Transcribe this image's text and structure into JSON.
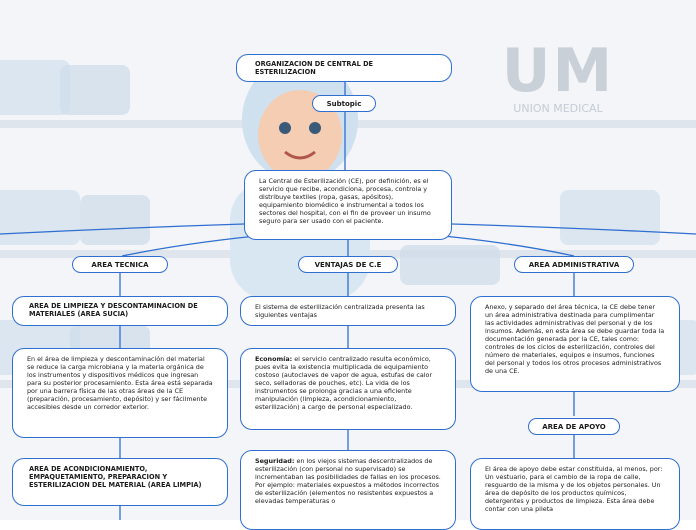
{
  "root": {
    "title": "ORGANIZACION DE CENTRAL DE ESTERILIZACION"
  },
  "subtopic": {
    "label": "Subtopic"
  },
  "definition": {
    "text": "La Central de Esterilización (CE), por definición, es el servicio que recibe, acondiciona, procesa, controla y distribuye textiles (ropa, gasas, apósitos), equipamiento biomédico e instrumental a todos los sectores del hospital, con el fin de proveer un insumo seguro para ser usado con el paciente."
  },
  "branches": {
    "tecnica": {
      "label": "AREA TECNICA"
    },
    "ventajas": {
      "label": "VENTAJAS DE C.E"
    },
    "administrativa": {
      "label": "AREA ADMINISTRATIVA"
    },
    "apoyo": {
      "label": "AREA DE APOYO"
    }
  },
  "tecnica": {
    "sucia_title": "AREA DE LIMPIEZA Y DESCONTAMINACION DE MATERIALES (AREA SUCIA)",
    "sucia_text": "En el área de limpieza y descontaminación del material se reduce la carga microbiana y la materia orgánica de los instrumentos y dispositivos médicos que ingresan para su posterior procesamiento. Esta área está separada por una barrera física de las otras áreas de la CE (preparación, procesamiento, depósito) y ser fácilmente accesibles desde un corredor exterior.",
    "limpia_title": "AREA DE ACONDICIONAMIENTO, EMPAQUETAMIENTO, PREPARACION Y ESTERILIZACION DEL MATERIAL (AREA LIMPIA)"
  },
  "ventajas": {
    "intro": "El sistema de esterilización centralizada presenta las siguientes ventajas",
    "economia_label": "Economía:",
    "economia_text": " el servicio centralizado resulta económico, pues evita la existencia multiplicada de equipamiento costoso (autoclaves de vapor de agua, estufas de calor seco, selladoras de pouches, etc).  La vida de los instrumentos se prolonga gracias a una eficiente manipulación (limpieza, acondicionamiento, esterilización) a cargo de personal especializado.",
    "seguridad_label": "Seguridad:",
    "seguridad_text": " en los viejos sistemas descentralizados de esterilización (con personal no supervisado) se incrementaban las posibilidades de fallas en los procesos. Por ejemplo: materiales expuestos a métodos incorrectos de esterilización (elementos no resistentes expuestos a elevadas temperaturas o"
  },
  "administrativa": {
    "text": "Anexo, y separado del área técnica, la CE debe tener un área administrativa destinada para cumplimentar las actividades administrativas del personal y de los insumos. Además, en esta área se debe guardar toda la documentación generada por la CE, tales como: controles de los ciclos de esterilización, controles del número de materiales, equipos e insumos, funciones del personal y todos los otros procesos administrativos de una CE."
  },
  "apoyo": {
    "text": "El área de apoyo debe estar constituida, al menos, por:  Un vestuario, para el cambio de la ropa de calle, resguardo de la misma y de los objetos personales.   Un área de depósito de los productos químicos, detergentes y productos de limpieza. Esta área debe contar con una pileta"
  },
  "watermark": {
    "big": "UM",
    "small": "UNION MEDICAL"
  },
  "colors": {
    "border": "#2f6fd0",
    "line": "#2f6fd0",
    "bg_tint": "#e6ecf3"
  }
}
